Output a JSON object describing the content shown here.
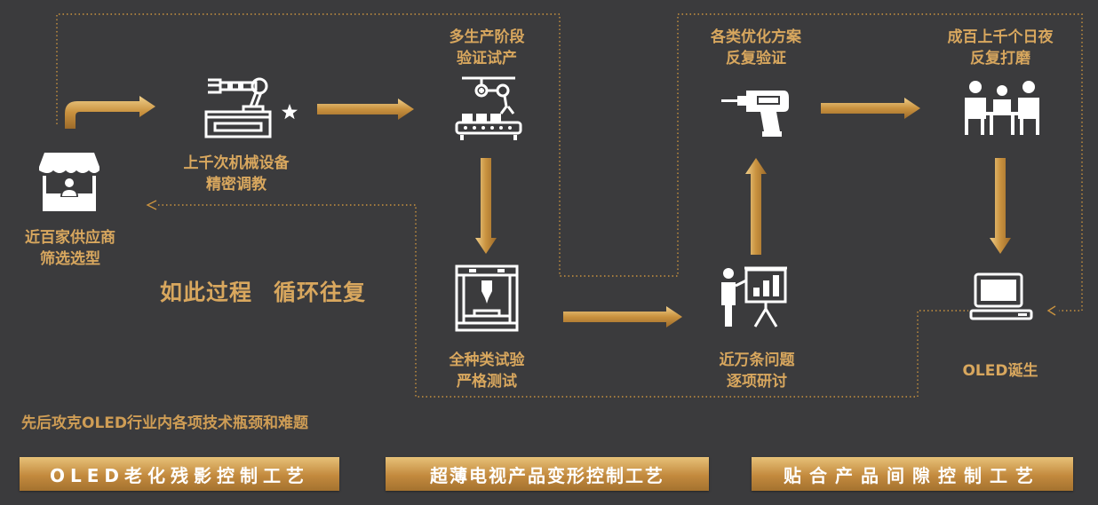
{
  "nodes": {
    "supplier": {
      "line1": "近百家供应商",
      "line2": "筛选选型",
      "icon": "shop-icon"
    },
    "machine": {
      "line1": "上千次机械设备",
      "line2": "精密调教",
      "icon": "robot-arm-icon"
    },
    "production": {
      "line1": "多生产阶段",
      "line2": "验证试产",
      "icon": "assembly-line-icon"
    },
    "testing": {
      "line1": "全种类试验",
      "line2": "严格测试",
      "icon": "test-machine-icon"
    },
    "research": {
      "line1": "近万条问题",
      "line2": "逐项研讨",
      "icon": "presentation-icon"
    },
    "optimize": {
      "line1": "各类优化方案",
      "line2": "反复验证",
      "icon": "drill-icon"
    },
    "polish": {
      "line1": "成百上千个日夜",
      "line2": "反复打磨",
      "icon": "meeting-icon"
    },
    "oled": {
      "line1": "OLED诞生",
      "icon": "monitor-icon"
    }
  },
  "motto": {
    "part1": "如此过程",
    "part2": "循环往复"
  },
  "summary": "先后攻克OLED行业内各项技术瓶颈和难题",
  "banners": [
    "OLED老化残影控制工艺",
    "超薄电视产品变形控制工艺",
    "贴合产品间隙控制工艺"
  ],
  "colors": {
    "background": "#3b3b3d",
    "gold": "#d8a75e",
    "icon": "#ffffff"
  }
}
